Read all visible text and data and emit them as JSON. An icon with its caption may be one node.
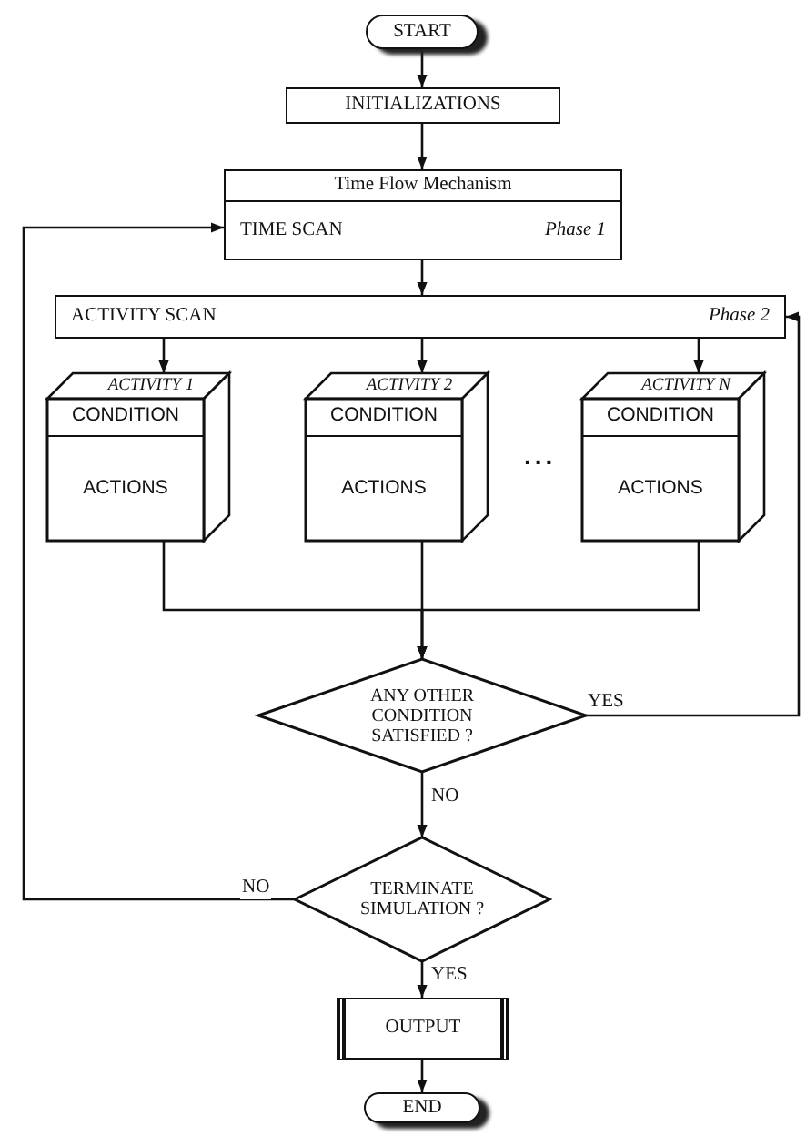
{
  "diagram": {
    "nodes": [
      {
        "text": [
          "START"
        ]
      },
      {
        "text": [
          "INITIALIZATIONS"
        ]
      },
      {
        "text": [
          "Time Flow Mechanism",
          "TIME SCAN",
          "Phase 1"
        ]
      },
      {
        "text": [
          "ACTIVITY SCAN",
          "Phase 2"
        ]
      },
      {
        "text": [
          "ACTIVITY 1",
          "CONDITION",
          "ACTIONS"
        ]
      },
      {
        "text": [
          "ACTIVITY 2",
          "CONDITION",
          "ACTIONS"
        ]
      },
      {
        "text": [
          "ACTIVITY N",
          "CONDITION",
          "ACTIONS"
        ]
      },
      {
        "text": [
          "ANY OTHER CONDITION SATISFIED ?"
        ]
      },
      {
        "text": [
          "TERMINATE SIMULATION ?"
        ]
      },
      {
        "text": [
          "OUTPUT"
        ]
      },
      {
        "text": [
          "END"
        ]
      }
    ],
    "edges": [
      {
        "from": 0,
        "to": 1,
        "arrow": "to"
      },
      {
        "from": 1,
        "to": 2,
        "arrow": "to"
      },
      {
        "from": 2,
        "to": 3,
        "arrow": "to"
      },
      {
        "from": 3,
        "to": 4,
        "arrow": "to"
      },
      {
        "from": 3,
        "to": 5,
        "arrow": "to"
      },
      {
        "from": 3,
        "to": 6,
        "arrow": "to"
      },
      {
        "from": 4,
        "to": 7,
        "arrow": "to"
      },
      {
        "from": 5,
        "to": 7,
        "arrow": "to"
      },
      {
        "from": 6,
        "to": 7,
        "arrow": "to"
      },
      {
        "from": 7,
        "to": 3,
        "arrow": "to",
        "label": "YES"
      },
      {
        "from": 7,
        "to": 8,
        "arrow": "to",
        "label": "NO"
      },
      {
        "from": 8,
        "to": 2,
        "arrow": "to",
        "label": "NO"
      },
      {
        "from": 8,
        "to": 9,
        "arrow": "to",
        "label": "YES"
      },
      {
        "from": 9,
        "to": 10,
        "arrow": "to"
      }
    ],
    "labels": [
      "..."
    ]
  }
}
